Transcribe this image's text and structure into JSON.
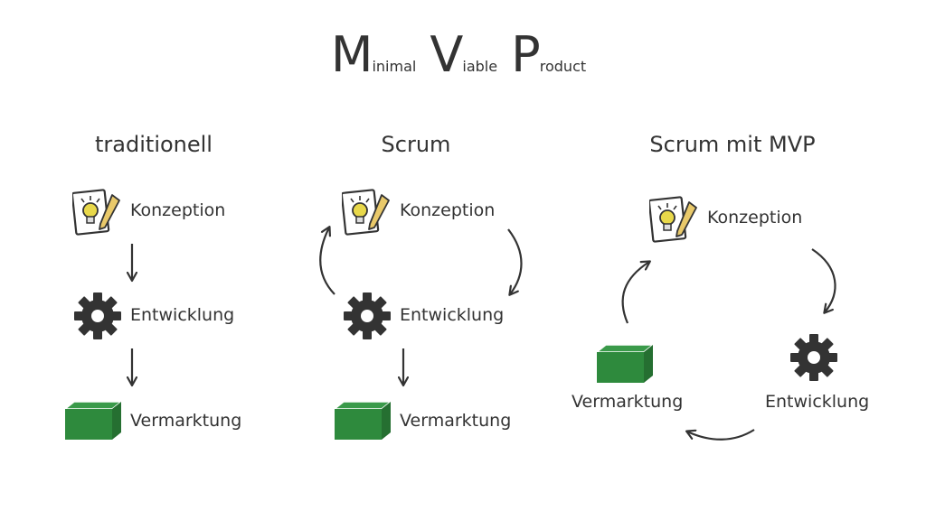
{
  "title": {
    "letters": [
      {
        "cap": "M",
        "rest": "inimal"
      },
      {
        "cap": "V",
        "rest": "iable"
      },
      {
        "cap": "P",
        "rest": "roduct"
      }
    ]
  },
  "columns": [
    {
      "heading": "traditionell",
      "steps": [
        "Konzeption",
        "Entwicklung",
        "Vermarktung"
      ]
    },
    {
      "heading": "Scrum",
      "steps": [
        "Konzeption",
        "Entwicklung",
        "Vermarktung"
      ]
    },
    {
      "heading": "Scrum mit MVP",
      "steps": [
        "Konzeption",
        "Entwicklung",
        "Vermarktung"
      ]
    }
  ],
  "icons": {
    "concept": "idea-sketch-icon",
    "development": "gear-icon",
    "marketing": "product-box-icon"
  },
  "colors": {
    "text": "#333333",
    "box_green": "#2e8a3d",
    "bulb_yellow": "#e8d84a"
  }
}
